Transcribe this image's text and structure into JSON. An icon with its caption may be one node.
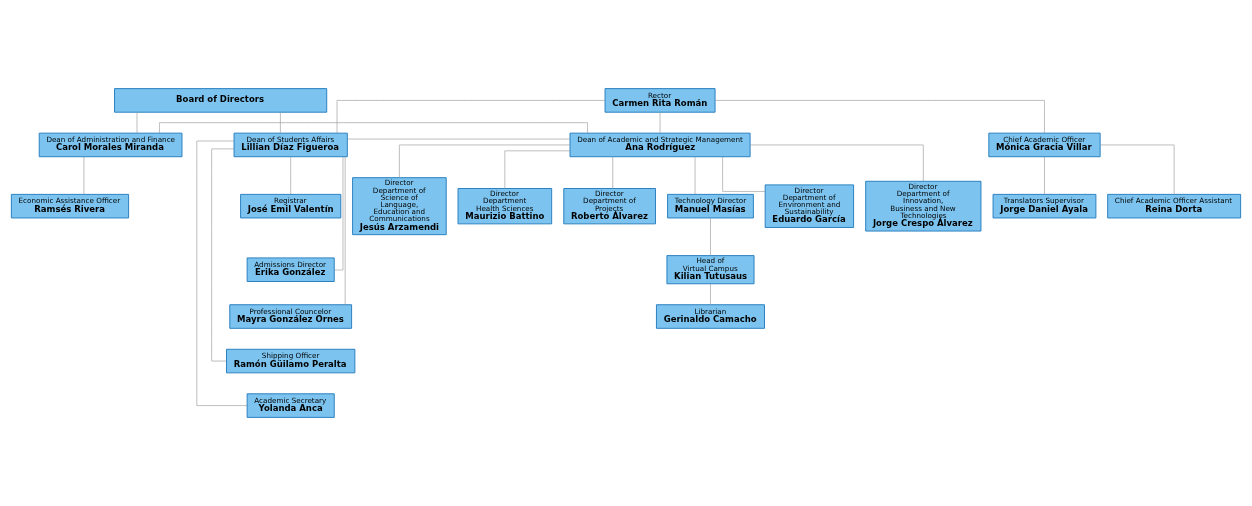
{
  "diagram": {
    "nodes": [
      {
        "text": [
          "Board of Directors"
        ]
      },
      {
        "text": [
          "Rector",
          "Carmen Rita Román"
        ]
      },
      {
        "text": [
          "Dean of Students Affairs",
          "Lillian Díaz Figueroa"
        ]
      },
      {
        "text": [
          "Dean of Academic and Strategic Management",
          "Ana Rodríguez"
        ]
      },
      {
        "text": [
          "Dean of Administration and Finance",
          "Carol Morales Miranda"
        ]
      },
      {
        "text": [
          "Chief Academic Officer",
          "Mónica Gracia Villar"
        ]
      },
      {
        "text": [
          "Registrar",
          "José Emil Valentín"
        ]
      },
      {
        "text": [
          "Admissions Director",
          "Erika González"
        ]
      },
      {
        "text": [
          "Professional Councelor",
          "Mayra González Ornes"
        ]
      },
      {
        "text": [
          "Shipping Officer",
          "Ramón Güilamo Peralta"
        ]
      },
      {
        "text": [
          "Academic Secretary",
          "Yolanda Anca"
        ]
      },
      {
        "text": [
          "Economic Assistance Officer",
          "Ramsés Rivera"
        ]
      },
      {
        "text": [
          "Translators Supervisor",
          "Jorge Daniel Ayala"
        ]
      },
      {
        "text": [
          "Chief Academic Officer Assistant",
          "Reina Dorta"
        ]
      },
      {
        "text": [
          "Director Department of Environment and Sustainability",
          "Eduardo García"
        ]
      },
      {
        "text": [
          "Director Department of Innovation, Business and New Technologies",
          "Jorge Crespo Álvarez"
        ]
      },
      {
        "text": [
          "Director Department of Science of Language, Education and Communications",
          "Jesús Arzamendi"
        ]
      },
      {
        "text": [
          "Director Department Health Sciences",
          "Maurizio Battino"
        ]
      },
      {
        "text": [
          "Director Department of Projects",
          "Roberto Álvarez"
        ]
      },
      {
        "text": [
          "Technology Director",
          "Manuel Masías"
        ]
      },
      {
        "text": [
          "Head of Virtual Campus",
          "Kilian Tutusaus"
        ]
      },
      {
        "text": [
          "Librarian",
          "Gerinaldo Camacho"
        ]
      }
    ],
    "edges": [
      {
        "from": 0,
        "to": 2,
        "arrow": "none"
      },
      {
        "from": 0,
        "to": 4,
        "arrow": "none"
      },
      {
        "from": 1,
        "to": 2,
        "arrow": "none"
      },
      {
        "from": 1,
        "to": 3,
        "arrow": "none"
      },
      {
        "from": 1,
        "to": 5,
        "arrow": "none"
      },
      {
        "from": 2,
        "to": 3,
        "arrow": "none"
      },
      {
        "from": 3,
        "to": 4,
        "arrow": "none"
      },
      {
        "from": 2,
        "to": 6,
        "arrow": "none"
      },
      {
        "from": 2,
        "to": 7,
        "arrow": "none"
      },
      {
        "from": 2,
        "to": 8,
        "arrow": "none"
      },
      {
        "from": 2,
        "to": 9,
        "arrow": "none"
      },
      {
        "from": 2,
        "to": 10,
        "arrow": "none"
      },
      {
        "from": 4,
        "to": 11,
        "arrow": "none"
      },
      {
        "from": 5,
        "to": 12,
        "arrow": "none"
      },
      {
        "from": 5,
        "to": 13,
        "arrow": "none"
      },
      {
        "from": 3,
        "to": 14,
        "arrow": "none"
      },
      {
        "from": 3,
        "to": 15,
        "arrow": "none"
      },
      {
        "from": 3,
        "to": 16,
        "arrow": "none"
      },
      {
        "from": 3,
        "to": 17,
        "arrow": "none"
      },
      {
        "from": 3,
        "to": 18,
        "arrow": "none"
      },
      {
        "from": 3,
        "to": 19,
        "arrow": "none"
      },
      {
        "from": 19,
        "to": 20,
        "arrow": "none"
      },
      {
        "from": 20,
        "to": 21,
        "arrow": "none"
      }
    ]
  }
}
